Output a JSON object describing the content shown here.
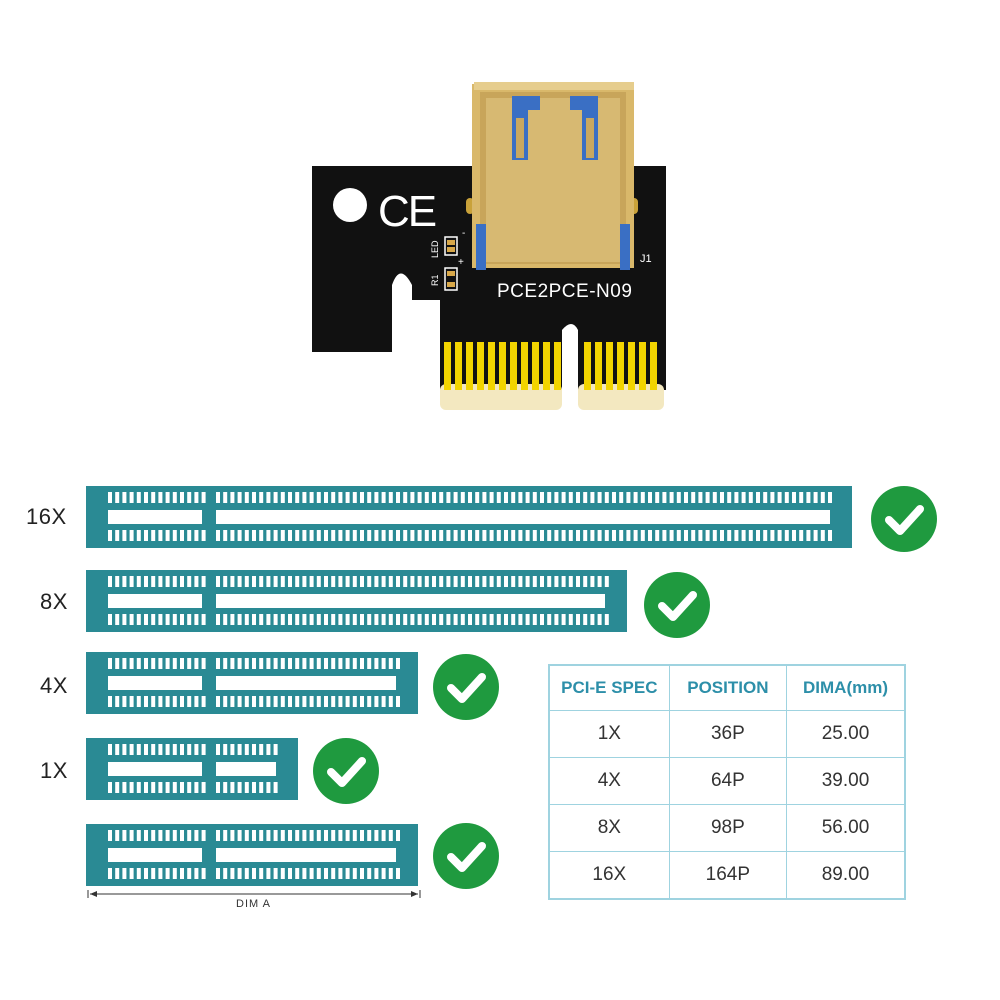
{
  "board": {
    "model_text": "PCE2PCE-N09",
    "ce_mark": "CE",
    "led_label": "LED",
    "r1_label": "R1",
    "j1_label": "J1",
    "plus_sign": "+",
    "minus_sign": "-",
    "usb_port_icon": "usb-a-port",
    "pcb_color": "#111111",
    "gold_color": "#f2d400"
  },
  "slots": [
    {
      "label": "16X",
      "compatible": true
    },
    {
      "label": "8X",
      "compatible": true
    },
    {
      "label": "4X",
      "compatible": true
    },
    {
      "label": "1X",
      "compatible": true
    },
    {
      "label": "",
      "compatible": true,
      "dimension_label": "DIM A"
    }
  ],
  "slot_color": "#2a8a94",
  "check_color": "#1f9a3f",
  "check_icon": "checkmark-circle",
  "spec_table": {
    "headers": [
      "PCI-E SPEC",
      "POSITION",
      "DIMA(mm)"
    ],
    "rows": [
      [
        "1X",
        "36P",
        "25.00"
      ],
      [
        "4X",
        "64P",
        "39.00"
      ],
      [
        "8X",
        "98P",
        "56.00"
      ],
      [
        "16X",
        "164P",
        "89.00"
      ]
    ],
    "header_color": "#2d8fa9",
    "border_color": "#9fd3e0"
  }
}
